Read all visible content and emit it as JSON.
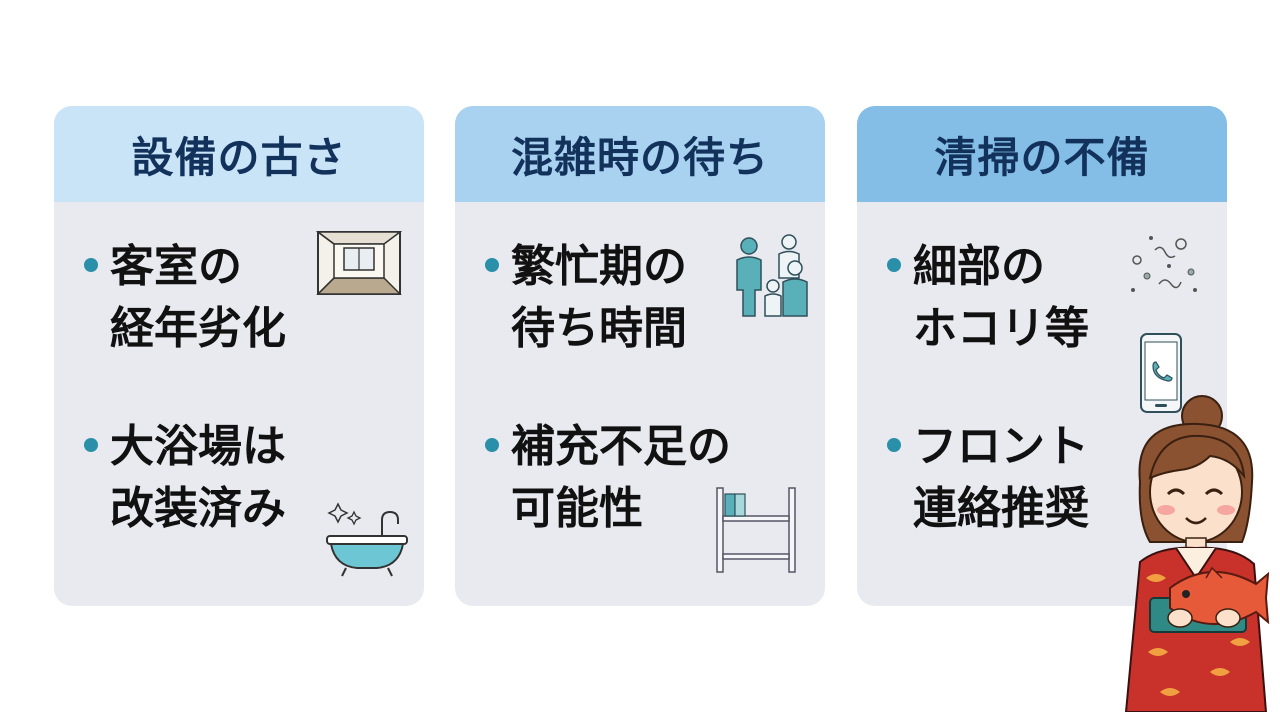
{
  "cards": [
    {
      "title": "設備の古さ",
      "bullets": [
        "客室の\n経年劣化",
        "大浴場は\n改装済み"
      ],
      "icons": [
        "room-icon",
        "bathtub-icon"
      ]
    },
    {
      "title": "混雑時の待ち",
      "bullets": [
        "繁忙期の\n待ち時間",
        "補充不足の\n可能性"
      ],
      "icons": [
        "people-icon",
        "shelf-icon"
      ]
    },
    {
      "title": "清掃の不備",
      "bullets": [
        "細部の\nホコリ等",
        "フロント\n連絡推奨"
      ],
      "icons": [
        "dust-icon",
        "phone-icon"
      ]
    }
  ],
  "colors": {
    "card_bg": "#e8eaf0",
    "header_1": "#c9e3f7",
    "header_2": "#a8d2f0",
    "header_3": "#84bde6",
    "title_text": "#12325c",
    "bullet_dot": "#2a8fa8",
    "kimono_red": "#c8322a"
  },
  "character": "kimono-woman-holding-sea-bream"
}
